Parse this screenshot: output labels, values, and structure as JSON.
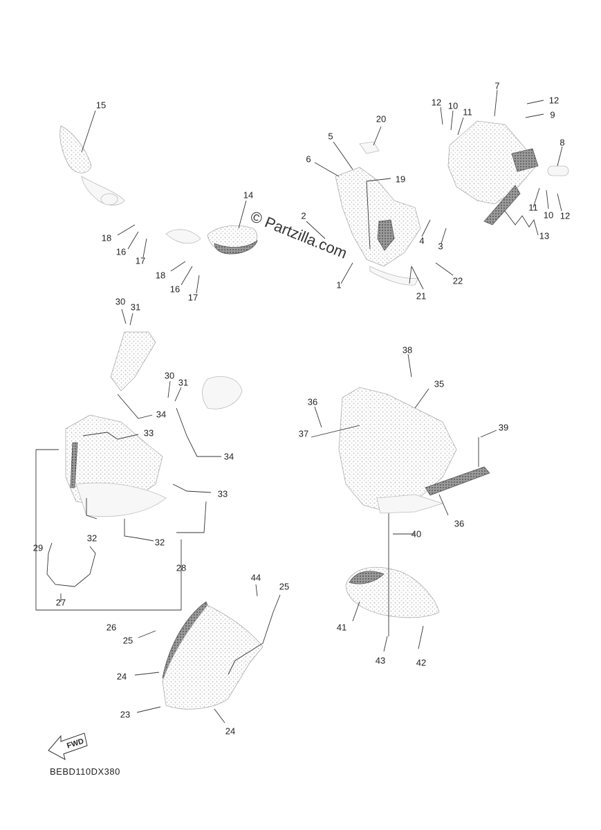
{
  "watermark": "© Partzilla.com",
  "diagram_code": "BEBD110DX380",
  "fwd_label": "FWD",
  "callouts": [
    {
      "id": "c1",
      "label": "1"
    },
    {
      "id": "c2",
      "label": "2"
    },
    {
      "id": "c3",
      "label": "3"
    },
    {
      "id": "c4",
      "label": "4"
    },
    {
      "id": "c5",
      "label": "5"
    },
    {
      "id": "c6",
      "label": "6"
    },
    {
      "id": "c7",
      "label": "7"
    },
    {
      "id": "c8",
      "label": "8"
    },
    {
      "id": "c9",
      "label": "9"
    },
    {
      "id": "c10a",
      "label": "10"
    },
    {
      "id": "c10b",
      "label": "10"
    },
    {
      "id": "c11a",
      "label": "11"
    },
    {
      "id": "c11b",
      "label": "11"
    },
    {
      "id": "c12a",
      "label": "12"
    },
    {
      "id": "c12b",
      "label": "12"
    },
    {
      "id": "c12c",
      "label": "12"
    },
    {
      "id": "c13",
      "label": "13"
    },
    {
      "id": "c14",
      "label": "14"
    },
    {
      "id": "c15",
      "label": "15"
    },
    {
      "id": "c16a",
      "label": "16"
    },
    {
      "id": "c16b",
      "label": "16"
    },
    {
      "id": "c17a",
      "label": "17"
    },
    {
      "id": "c17b",
      "label": "17"
    },
    {
      "id": "c18a",
      "label": "18"
    },
    {
      "id": "c18b",
      "label": "18"
    },
    {
      "id": "c19",
      "label": "19"
    },
    {
      "id": "c20",
      "label": "20"
    },
    {
      "id": "c21",
      "label": "21"
    },
    {
      "id": "c22",
      "label": "22"
    },
    {
      "id": "c23",
      "label": "23"
    },
    {
      "id": "c24a",
      "label": "24"
    },
    {
      "id": "c24b",
      "label": "24"
    },
    {
      "id": "c25a",
      "label": "25"
    },
    {
      "id": "c25b",
      "label": "25"
    },
    {
      "id": "c26",
      "label": "26"
    },
    {
      "id": "c27",
      "label": "27"
    },
    {
      "id": "c28",
      "label": "28"
    },
    {
      "id": "c29",
      "label": "29"
    },
    {
      "id": "c30a",
      "label": "30"
    },
    {
      "id": "c30b",
      "label": "30"
    },
    {
      "id": "c31a",
      "label": "31"
    },
    {
      "id": "c31b",
      "label": "31"
    },
    {
      "id": "c32a",
      "label": "32"
    },
    {
      "id": "c32b",
      "label": "32"
    },
    {
      "id": "c33a",
      "label": "33"
    },
    {
      "id": "c33b",
      "label": "33"
    },
    {
      "id": "c34a",
      "label": "34"
    },
    {
      "id": "c34b",
      "label": "34"
    },
    {
      "id": "c35",
      "label": "35"
    },
    {
      "id": "c36a",
      "label": "36"
    },
    {
      "id": "c36b",
      "label": "36"
    },
    {
      "id": "c37",
      "label": "37"
    },
    {
      "id": "c38",
      "label": "38"
    },
    {
      "id": "c39",
      "label": "39"
    },
    {
      "id": "c40",
      "label": "40"
    },
    {
      "id": "c41",
      "label": "41"
    },
    {
      "id": "c42",
      "label": "42"
    },
    {
      "id": "c43",
      "label": "43"
    },
    {
      "id": "c44",
      "label": "44"
    }
  ]
}
